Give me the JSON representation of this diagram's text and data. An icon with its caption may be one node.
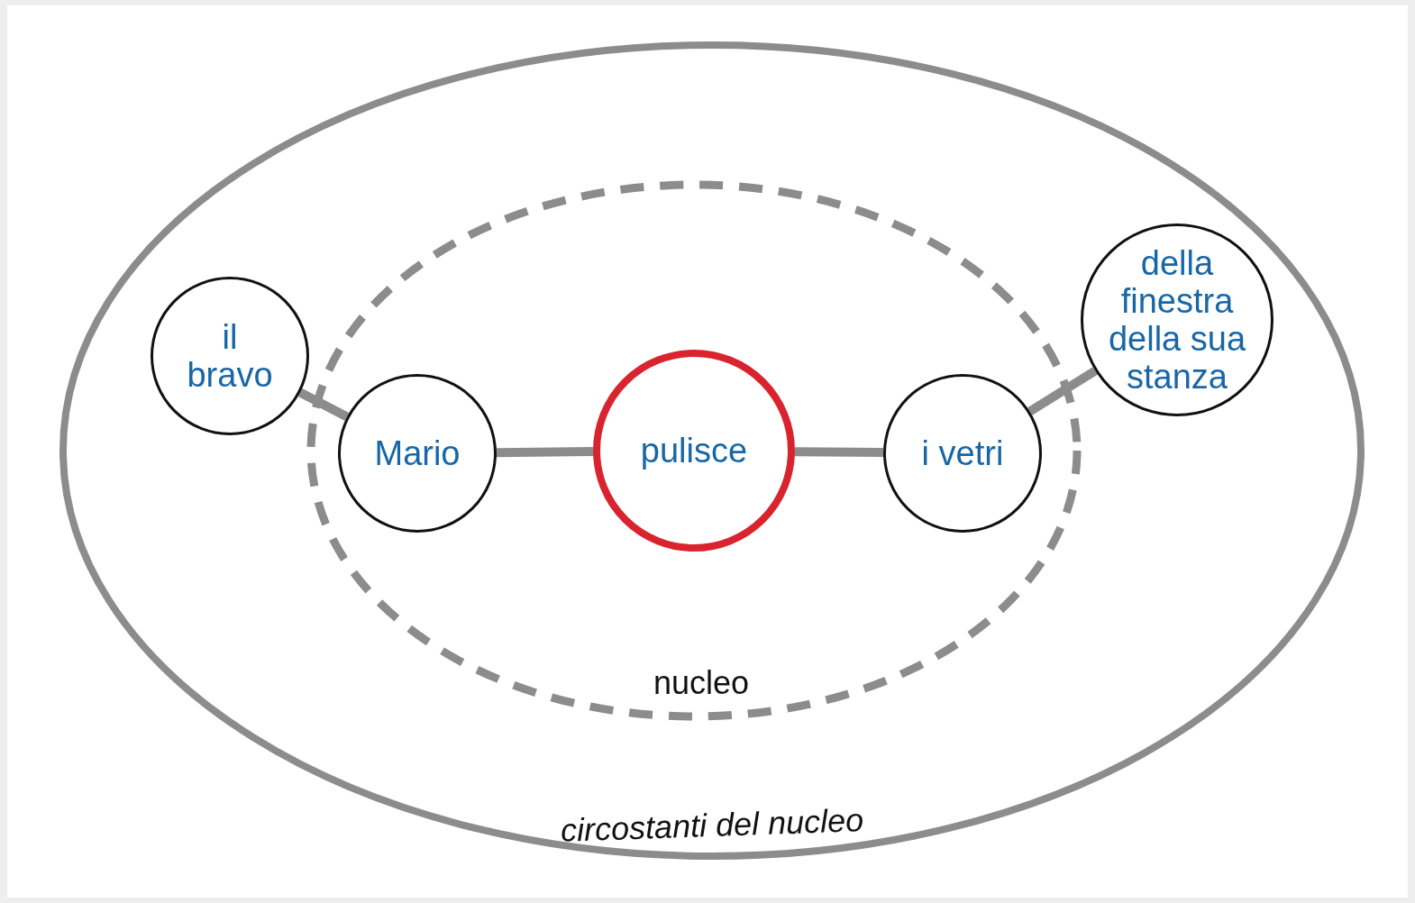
{
  "diagram": {
    "nodes": [
      {
        "text": [
          "circostanti del nucleo"
        ]
      },
      {
        "text": [
          "nucleo"
        ],
        "in": 0
      },
      {
        "text": [
          "il bravo"
        ],
        "in": 0
      },
      {
        "text": [
          "Mario"
        ],
        "in": 1
      },
      {
        "text": [
          "pulisce"
        ],
        "in": 1
      },
      {
        "text": [
          "i vetri"
        ],
        "in": 1
      },
      {
        "text": [
          "della finestra della sua stanza"
        ],
        "in": 0
      }
    ],
    "edges": [
      {
        "from": 2,
        "to": 3,
        "arrow": "none"
      },
      {
        "from": 3,
        "to": 4,
        "arrow": "none"
      },
      {
        "from": 4,
        "to": 5,
        "arrow": "none"
      },
      {
        "from": 5,
        "to": 6,
        "arrow": "none"
      }
    ]
  }
}
